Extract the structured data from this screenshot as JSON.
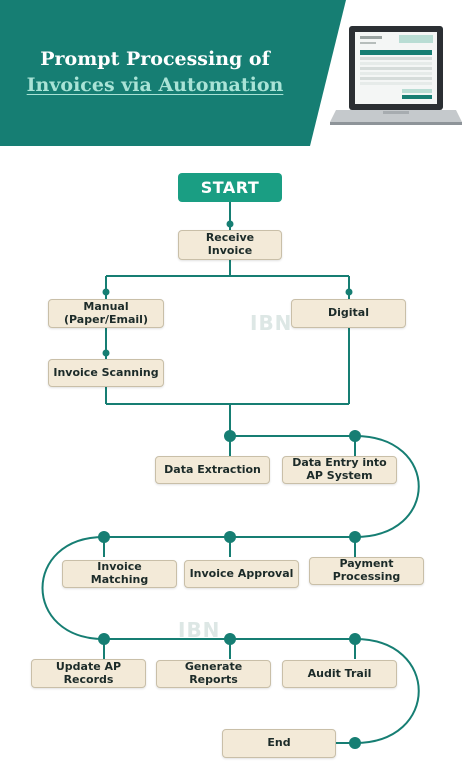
{
  "header": {
    "title_line1": "Prompt Processing of",
    "title_line2": "Invoices via Automation"
  },
  "watermark": "IBN",
  "flow": {
    "start": "START",
    "receive": "Receive Invoice",
    "manual": "Manual\n(Paper/Email)",
    "digital": "Digital",
    "scanning": "Invoice Scanning",
    "extraction": "Data Extraction",
    "data_entry": "Data Entry into AP System",
    "matching": "Invoice Matching",
    "approval": "Invoice Approval",
    "payment": "Payment Processing",
    "update_ap": "Update AP Records",
    "reports": "Generate Reports",
    "audit": "Audit Trail",
    "end": "End"
  },
  "colors": {
    "teal_dark": "#167e73",
    "teal_bright": "#1a9e83",
    "box_fill": "#f3ead8",
    "title_accent": "#a9e3d6"
  }
}
